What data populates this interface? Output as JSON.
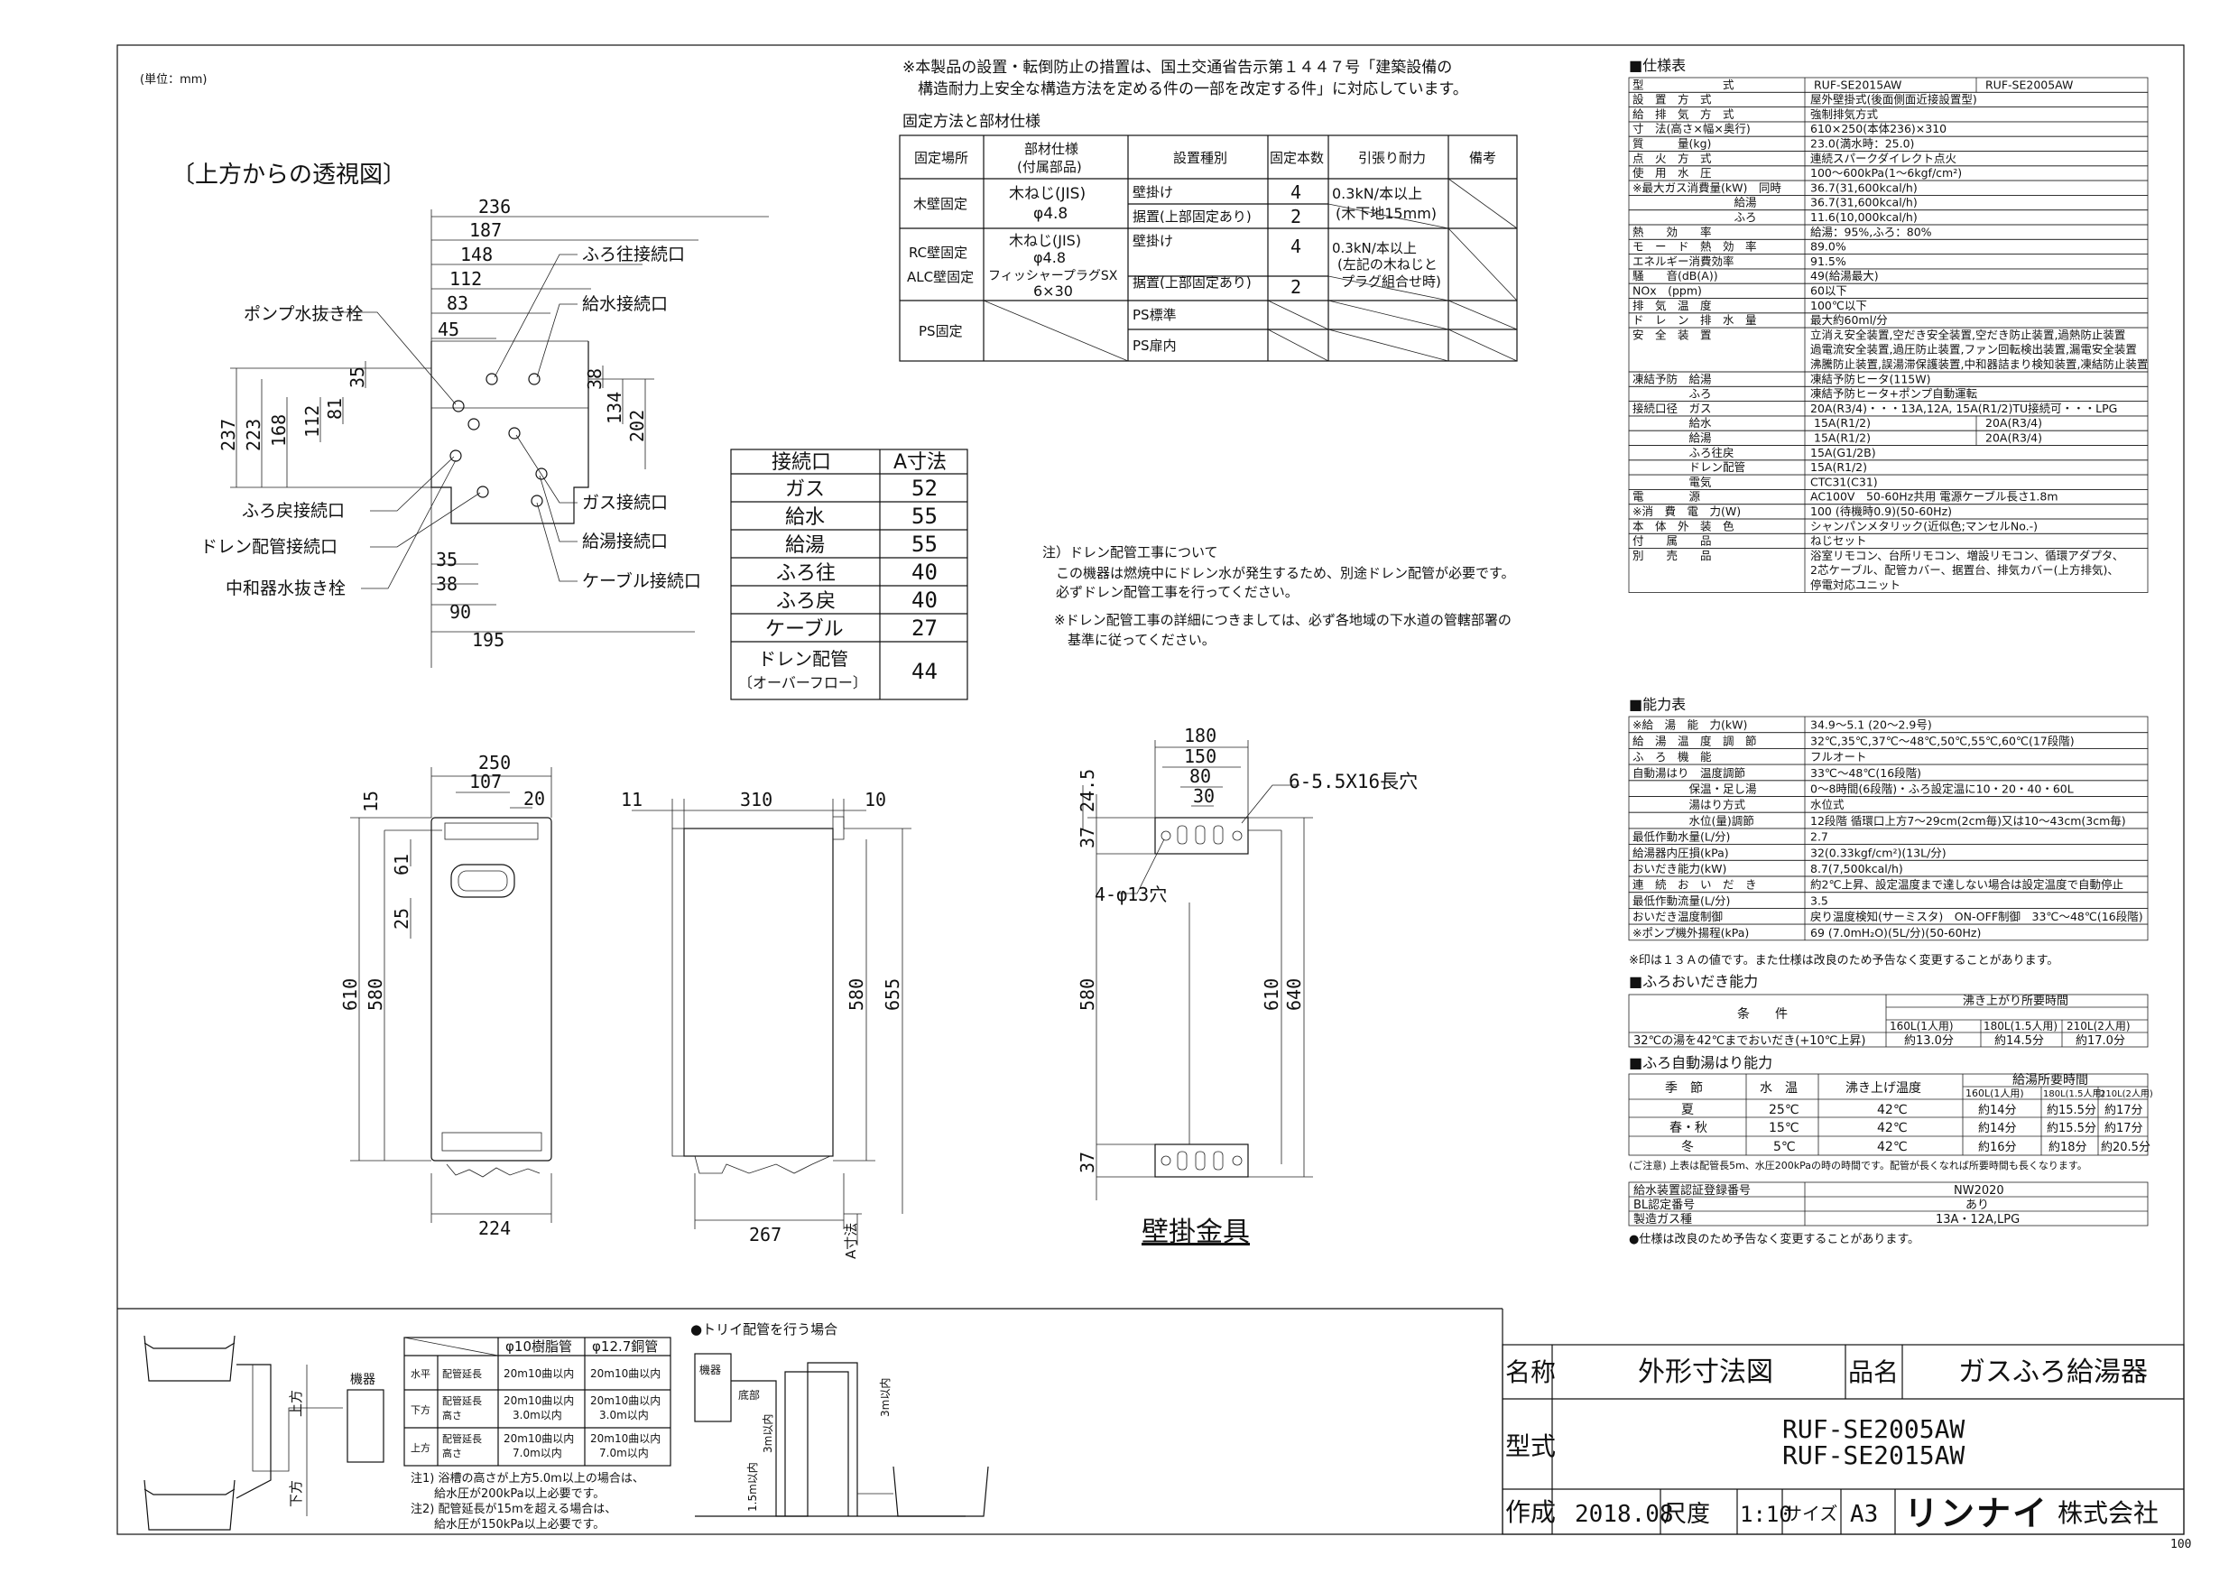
{
  "unit_note": "(単位：mm)",
  "top_view": {
    "title": "〔上方からの透視図〕",
    "dims_top": [
      "236",
      "187",
      "148",
      "112",
      "83",
      "45"
    ],
    "dims_vertical": [
      "237",
      "223",
      "168",
      "112",
      "81",
      "35",
      "38",
      "134",
      "202"
    ],
    "dims_bottom": [
      "35",
      "38",
      "90",
      "195"
    ],
    "labels": {
      "pump_drain": "ポンプ水抜き栓",
      "bath_out": "ふろ往接続口",
      "water_in": "給水接続口",
      "bath_return": "ふろ戻接続口",
      "drain_pipe": "ドレン配管接続口",
      "neutralizer_drain": "中和器水抜き栓",
      "gas_in": "ガス接続口",
      "hot_water": "給湯接続口",
      "cable": "ケーブル接続口"
    }
  },
  "a_dim_table": {
    "headers": [
      "接続口",
      "A寸法"
    ],
    "rows": [
      [
        "ガス",
        "52"
      ],
      [
        "給水",
        "55"
      ],
      [
        "給湯",
        "55"
      ],
      [
        "ふろ往",
        "40"
      ],
      [
        "ふろ戻",
        "40"
      ],
      [
        "ケーブル",
        "27"
      ],
      [
        "ドレン配管\n〔オーバーフロー〕",
        "44"
      ]
    ]
  },
  "seismic_note": [
    "※本製品の設置・転倒防止の措置は、国土交通省告示第１４４７号「建築設備の",
    "　構造耐力上安全な構造方法を定める件の一部を改定する件」に対応しています。"
  ],
  "fixing_title": "固定方法と部材仕様",
  "fixing_table": {
    "headers": [
      "固定場所",
      "部材仕様\n(付属部品)",
      "設置種別",
      "固定本数",
      "引張り耐力",
      "備考"
    ],
    "rows": [
      [
        "木壁固定",
        "木ねじ(JIS)\nφ4.8",
        "壁掛け",
        "4",
        "0.3kN/本以上\n(木下地15mm)",
        ""
      ],
      [
        "",
        "",
        "据置(上部固定あり)",
        "2",
        "",
        ""
      ],
      [
        "RC壁固定\nALC壁固定",
        "木ねじ(JIS)\nφ4.8\nフィッシャープラグSX\n6×30",
        "壁掛け",
        "4",
        "0.3kN/本以上\n(左記の木ねじと\nプラグ組合せ時)",
        ""
      ],
      [
        "",
        "",
        "据置(上部固定あり)",
        "2",
        "",
        ""
      ],
      [
        "PS固定",
        "",
        "PS標準",
        "",
        "",
        ""
      ],
      [
        "",
        "",
        "PS扉内",
        "",
        "",
        ""
      ]
    ]
  },
  "drain_note": [
    "注）ドレン配管工事について",
    "　この機器は燃焼中にドレン水が発生するため、別途ドレン配管が必要です。",
    "　必ずドレン配管工事を行ってください。",
    "※ドレン配管工事の詳細につきましては、必ず各地域の下水道の管轄部署の",
    "　基準に従ってください。"
  ],
  "front_view": {
    "dims": [
      "250",
      "107",
      "20",
      "15",
      "61",
      "25",
      "610",
      "580",
      "224"
    ]
  },
  "side_view": {
    "dims": [
      "11",
      "310",
      "10",
      "580",
      "655",
      "267"
    ],
    "a_label": "A寸法"
  },
  "bracket": {
    "dims": [
      "180",
      "150",
      "80",
      "30",
      "24.5",
      "37",
      "580",
      "610",
      "640",
      "37"
    ],
    "slot_label": "6-5.5X16長穴",
    "hole_label": "4-φ13穴",
    "title": "壁掛金具"
  },
  "spec_title": "■仕様表",
  "spec_models": [
    "RUF-SE2015AW",
    "RUF-SE2005AW"
  ],
  "spec_rows": [
    [
      "型　　　　　　　式",
      "RUF-SE2015AW | RUF-SE2005AW"
    ],
    [
      "設　置　方　式",
      "屋外壁掛式(後面側面近接設置型)"
    ],
    [
      "給　排　気　方　式",
      "強制排気方式"
    ],
    [
      "寸　法(高さ×幅×奥行)",
      "610×250(本体236)×310"
    ],
    [
      "質　　　量(kg)",
      "23.0(満水時：25.0)"
    ],
    [
      "点　火　方　式",
      "連続スパークダイレクト点火"
    ],
    [
      "使　用　水　圧",
      "100〜600kPa(1〜6kgf/cm²)"
    ],
    [
      "※最大ガス消費量(kW)　同時",
      "36.7(31,600kcal/h)"
    ],
    [
      "　　　　　　　　　給湯",
      "36.7(31,600kcal/h)"
    ],
    [
      "　　　　　　　　　ふろ",
      "11.6(10,000kcal/h)"
    ],
    [
      "熱　　効　　率",
      "給湯：95%,ふろ：80%"
    ],
    [
      "モ　ー　ド　熱　効　率",
      "89.0%"
    ],
    [
      "エネルギー消費効率",
      "91.5%"
    ],
    [
      "騒　　音(dB(A))",
      "49(給湯最大)"
    ],
    [
      "NOx　(ppm)",
      "60以下"
    ],
    [
      "排　気　温　度",
      "100℃以下"
    ],
    [
      "ド　レ　ン　排　水　量",
      "最大約60ml/分"
    ],
    [
      "安　全　装　置",
      "立消え安全装置,空だき安全装置,空だき防止装置,過熱防止装置\n過電流安全装置,過圧防止装置,ファン回転検出装置,漏電安全装置\n沸騰防止装置,誤湯滞保護装置,中和器詰まり検知装置,凍結防止装置"
    ],
    [
      "凍結予防　給湯",
      "凍結予防ヒータ(115W)"
    ],
    [
      "　　　　　ふろ",
      "凍結予防ヒータ+ポンプ自動運転"
    ],
    [
      "接続口径　ガス",
      "20A(R3/4)・・・13A,12A, 15A(R1/2)TU接続可・・・LPG"
    ],
    [
      "　　　　　給水",
      "15A(R1/2) | 20A(R3/4)"
    ],
    [
      "　　　　　給湯",
      "15A(R1/2) | 20A(R3/4)"
    ],
    [
      "　　　　　ふろ往戻",
      "15A(G1/2B)"
    ],
    [
      "　　　　　ドレン配管",
      "15A(R1/2)"
    ],
    [
      "　　　　　電気",
      "CTC31(C31)"
    ],
    [
      "電　　　　源",
      "AC100V　50-60Hz共用 電源ケーブル長さ1.8m"
    ],
    [
      "※消　費　電　力(W)",
      "100 (待機時0.9)(50-60Hz)"
    ],
    [
      "本　体　外　装　色",
      "シャンパンメタリック(近似色;マンセルNo.-)"
    ],
    [
      "付　　属　　品",
      "ねじセット"
    ],
    [
      "別　　売　　品",
      "浴室リモコン、台所リモコン、増設リモコン、循環アダプタ、\n2芯ケーブル、配管カバー、据置台、排気カバー(上方排気)、\n停電対応ユニット"
    ]
  ],
  "perf_title": "■能力表",
  "perf_rows": [
    [
      "※給　湯　能　力(kW)",
      "34.9〜5.1 (20〜2.9号)"
    ],
    [
      "給　湯　温　度　調　節",
      "32℃,35℃,37℃〜48℃,50℃,55℃,60℃(17段階)"
    ],
    [
      "ふ　ろ　機　能",
      "フルオート"
    ],
    [
      "自動湯はり　温度調節",
      "33℃〜48℃(16段階)"
    ],
    [
      "　　　　　保温・足し湯",
      "0〜8時間(6段階)・ふろ設定温に10・20・40・60L"
    ],
    [
      "　　　　　湯はり方式",
      "水位式"
    ],
    [
      "　　　　　水位(量)調節",
      "12段階 循環口上方7〜29cm(2cm毎)又は10〜43cm(3cm毎)"
    ],
    [
      "最低作動水量(L/分)",
      "2.7"
    ],
    [
      "給湯器内圧損(kPa)",
      "32(0.33kgf/cm²)(13L/分)"
    ],
    [
      "おいだき能力(kW)",
      "8.7(7,500kcal/h)"
    ],
    [
      "連　続　お　い　だ　き",
      "約2℃上昇、設定温度まで達しない場合は設定温度で自動停止"
    ],
    [
      "最低作動流量(L/分)",
      "3.5"
    ],
    [
      "おいだき温度制御",
      "戻り温度検知(サーミスタ)　ON-OFF制御　33℃〜48℃(16段階)"
    ],
    [
      "※ポンプ機外揚程(kPa)",
      "69 (7.0mH₂O)(5L/分)(50-60Hz)"
    ]
  ],
  "perf_note": "※印は１３Ａの値です。また仕様は改良のため予告なく変更することがあります。",
  "reheat_title": "■ふろおいだき能力",
  "reheat_table": {
    "headers": [
      "条　　件",
      "沸き上がり所要時間",
      "160L(1人用)",
      "180L(1.5人用)",
      "210L(2人用)"
    ],
    "row": [
      "32℃の湯を42℃までおいだき(+10℃上昇)",
      "約13.0分",
      "約14.5分",
      "約17.0分"
    ]
  },
  "autofill_title": "■ふろ自動湯はり能力",
  "autofill_table": {
    "headers": [
      "季　節",
      "水　温",
      "沸き上げ温度",
      "給湯所要時間",
      "160L(1人用)",
      "180L(1.5人用)",
      "210L(2人用)"
    ],
    "rows": [
      [
        "夏",
        "25℃",
        "42℃",
        "約14分",
        "約15.5分",
        "約17分"
      ],
      [
        "春・秋",
        "15℃",
        "42℃",
        "約14分",
        "約15.5分",
        "約17分"
      ],
      [
        "冬",
        "5℃",
        "42℃",
        "約16分",
        "約18分",
        "約20.5分"
      ]
    ],
    "note": "(ご注意) 上表は配管長5m、水圧200kPaの時の時間です。配管が長くなれば所要時間も長くなります。"
  },
  "cert_rows": [
    [
      "給水装置認証登録番号",
      "NW2020"
    ],
    [
      "BL認定番号",
      "あり"
    ],
    [
      "製造ガス種",
      "13A・12A,LPG"
    ]
  ],
  "spec_note": "●仕様は改良のため予告なく変更することがあります。",
  "piping_table": {
    "headers": [
      "",
      "",
      "φ10樹脂管",
      "φ12.7銅管"
    ],
    "rows": [
      [
        "水平",
        "配管延長",
        "20m10曲以内",
        "20m10曲以内"
      ],
      [
        "下方",
        "配管延長\n高さ",
        "20m10曲以内\n3.0m以内",
        "20m10曲以内\n3.0m以内"
      ],
      [
        "上方",
        "配管延長\n高さ",
        "20m10曲以内\n7.0m以内",
        "20m10曲以内\n7.0m以内"
      ]
    ],
    "notes": [
      "注1) 浴槽の高さが上方5.0m以上の場合は、",
      "　　給水圧が200kPa以上必要です。",
      "注2) 配管延長が15mを超える場合は、",
      "　　給水圧が150kPa以上必要です。"
    ]
  },
  "bath_diagram": {
    "up": "上方",
    "down": "下方",
    "unit": "機器"
  },
  "trap_diagram": {
    "title": "●トリイ配管を行う場合",
    "unit": "機器",
    "bottom": "底部",
    "h1": "3m以内",
    "h2": "1.5m以内",
    "h3": "3m以内"
  },
  "title_block": {
    "name_label": "名称",
    "name_value": "外形寸法図",
    "product_label": "品名",
    "product_value": "ガスふろ給湯器",
    "model_label": "型式",
    "model_values": [
      "RUF-SE2005AW",
      "RUF-SE2015AW"
    ],
    "made_label": "作成",
    "date": "2018.08",
    "scale_label": "尺度",
    "scale": "1:10",
    "size_label": "サイズ",
    "size": "A3",
    "company": "リンナイ",
    "company_suffix": "株式会社"
  },
  "page_number": "100"
}
